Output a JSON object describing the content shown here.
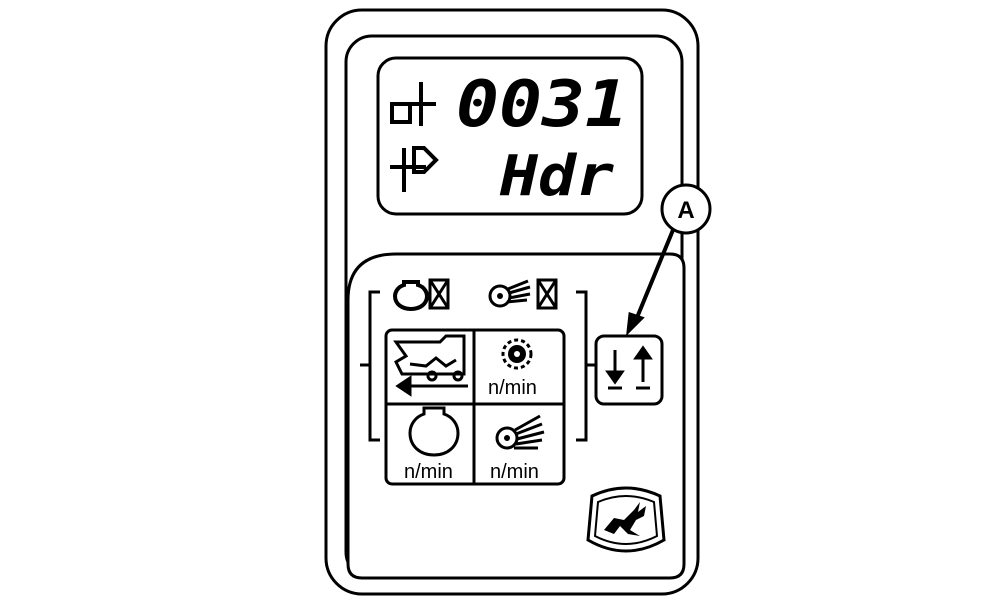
{
  "display": {
    "line1_value": "0031",
    "line2_value": "Hdr"
  },
  "grid": {
    "cell_top_right_unit": "n/min",
    "cell_bottom_left_unit": "n/min",
    "cell_bottom_right_unit": "n/min"
  },
  "callout": {
    "label": "A"
  },
  "icons": {
    "lcd_row1": "square-crosshair-icon",
    "lcd_row2": "header-flag-crosshair-icon",
    "top_left": "engine-off-icon",
    "top_right": "fan-off-icon",
    "cell_tl": "feederhouse-reverse-icon",
    "cell_tr": "cutterhead-icon",
    "cell_bl": "engine-icon",
    "cell_br": "fan-blower-icon",
    "key": "raise-lower-arrows-icon",
    "brand": "leaping-deer-logo"
  },
  "colors": {
    "stroke": "#000000",
    "background": "#ffffff"
  }
}
